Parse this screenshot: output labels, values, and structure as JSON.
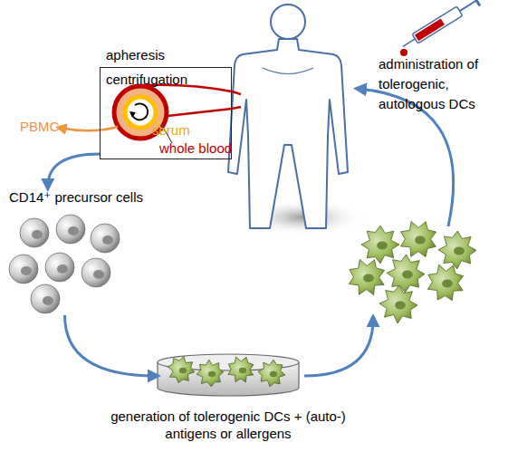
{
  "diagram": {
    "nodes": [
      {
        "text": [
          "apheresis",
          "centrifugation"
        ]
      },
      {
        "text": [
          "CD14⁺ precursor cells"
        ]
      },
      {
        "text": [
          "generation of tolerogenic DCs + (auto-) antigens or allergens"
        ]
      }
    ],
    "edges": [
      {
        "from": 0,
        "to": 1,
        "arrow": "to"
      },
      {
        "from": 1,
        "to": 2,
        "arrow": "to"
      }
    ],
    "labels": [
      "PBMC",
      "serum",
      "whole blood",
      "administration of tolerogenic, autologous DCs"
    ]
  }
}
